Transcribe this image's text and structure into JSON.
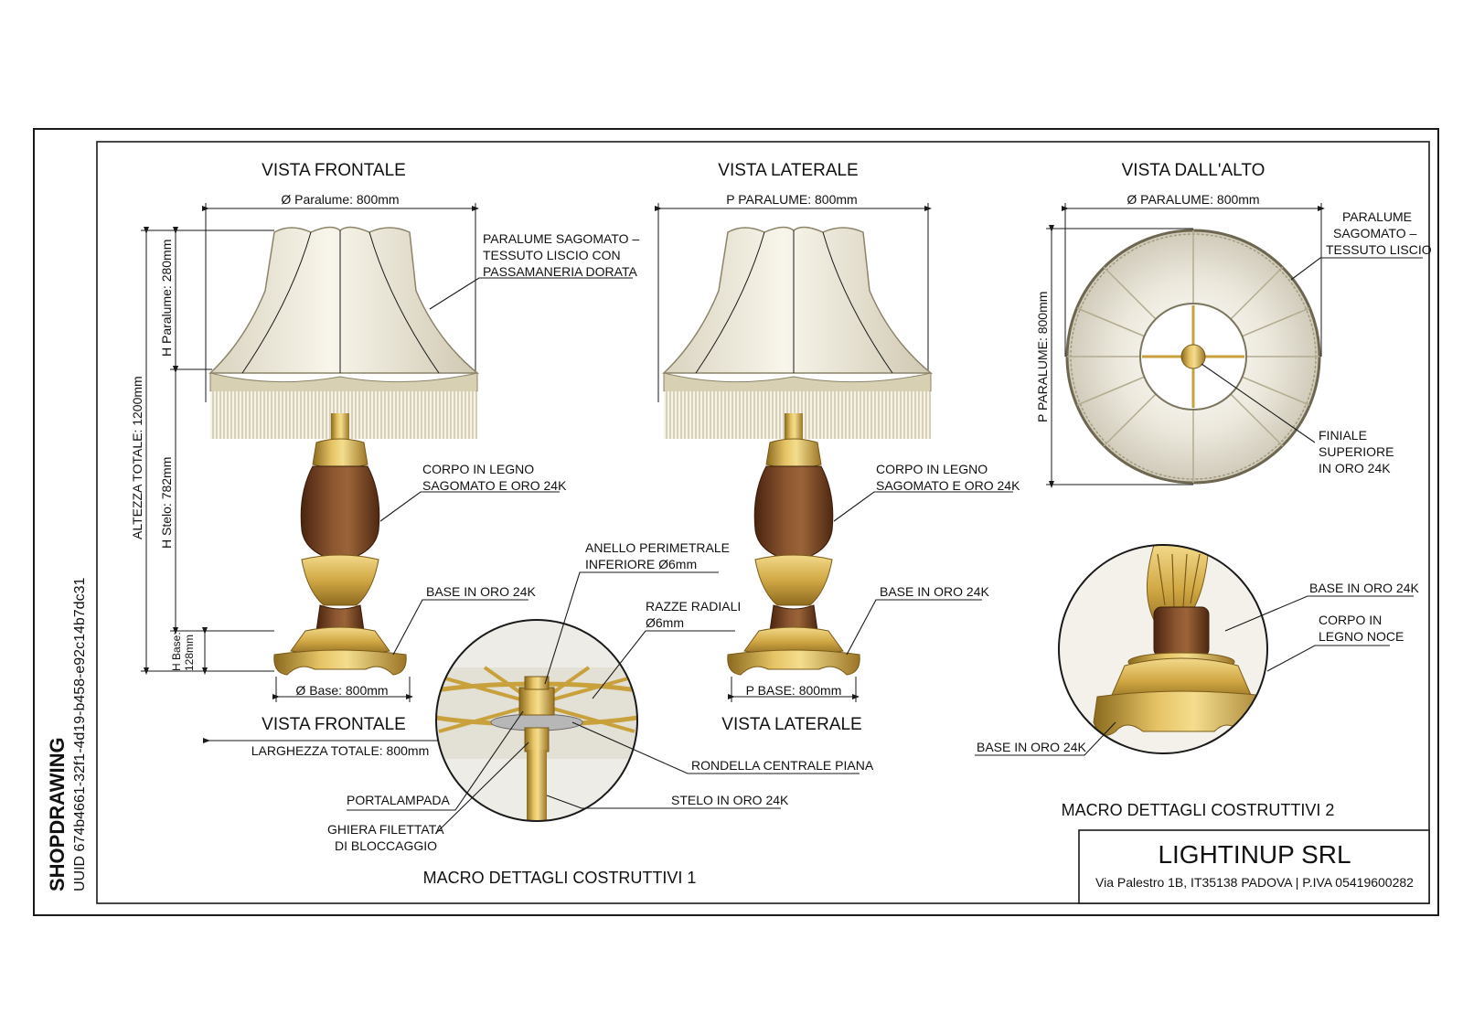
{
  "side": {
    "title": "SHOPDRAWING",
    "uuid": "UUID 674b4661-32f1-4d19-b458-e92c14b7dc31"
  },
  "views": {
    "front": {
      "title_top": "VISTA FRONTALE",
      "title_bottom": "VISTA FRONTALE",
      "dim_shade_width": "Ø Paralume: 800mm",
      "dim_total_height": "ALTEZZA TOTALE: 1200mm",
      "dim_shade_height": "H Paralume: 280mm",
      "dim_stem_height": "H Stelo: 782mm",
      "dim_base_height_1": "H Base:",
      "dim_base_height_2": "128mm",
      "dim_base_width": "Ø Base: 800mm",
      "dim_total_width": "LARGHEZZA TOTALE: 800mm",
      "label_shade": [
        "PARALUME SAGOMATO –",
        "TESSUTO LISCIO CON",
        "PASSAMANERIA DORATA"
      ],
      "label_body": [
        "CORPO IN LEGNO",
        "SAGOMATO E ORO 24K"
      ],
      "label_base": "BASE IN ORO 24K"
    },
    "side": {
      "title_top": "VISTA LATERALE",
      "title_bottom": "VISTA LATERALE",
      "dim_shade_depth": "P PARALUME: 800mm",
      "dim_base_depth": "P BASE: 800mm",
      "label_body": [
        "CORPO IN LEGNO",
        "SAGOMATO E ORO 24K"
      ],
      "label_base": "BASE IN ORO 24K"
    },
    "top": {
      "title": "VISTA DALL'ALTO",
      "dim_diameter": "Ø PARALUME: 800mm",
      "dim_depth": "P PARALUME: 800mm",
      "label_shade": [
        "PARALUME",
        "SAGOMATO –",
        "TESSUTO LISCIO"
      ],
      "label_finial": [
        "FINIALE",
        "SUPERIORE",
        "IN ORO 24K"
      ]
    }
  },
  "macro1": {
    "title": "MACRO DETTAGLI COSTRUTTIVI 1",
    "label_ring": [
      "ANELLO PERIMETRALE",
      "INFERIORE Ø6mm"
    ],
    "label_spokes": [
      "RAZZE RADIALI",
      "Ø6mm"
    ],
    "label_washer": "RONDELLA CENTRALE PIANA",
    "label_stem": "STELO IN ORO 24K",
    "label_holder": "PORTALAMPADA",
    "label_nut": [
      "GHIERA FILETTATA",
      "DI BLOCCAGGIO"
    ]
  },
  "macro2": {
    "title": "MACRO DETTAGLI COSTRUTTIVI 2",
    "label_base_right": "BASE IN ORO 24K",
    "label_body": [
      "CORPO IN",
      "LEGNO NOCE"
    ],
    "label_base_left": "BASE IN ORO 24K"
  },
  "titleblock": {
    "company": "LIGHTINUP SRL",
    "address": "Via Palestro 1B, IT35138 PADOVA | P.IVA 05419600282"
  },
  "colors": {
    "gold": "#c9a13c",
    "gold_dark": "#8a6a1e",
    "walnut": "#7a4420",
    "shade_fabric": "#f1ede0",
    "trim": "#a49a7c",
    "line": "#1a1a1a"
  }
}
